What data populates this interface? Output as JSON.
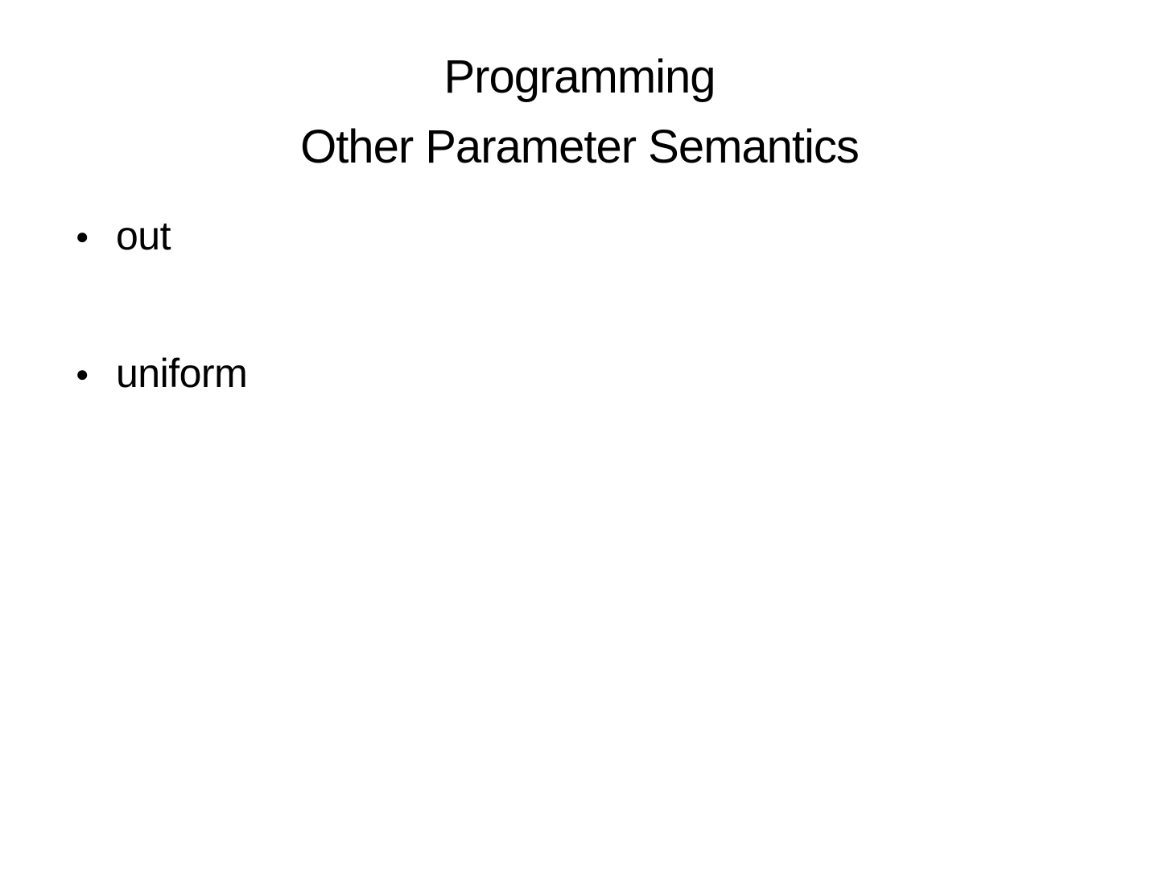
{
  "slide": {
    "background_color": "#ffffff",
    "text_color": "#000000",
    "title": {
      "line1": "Programming",
      "line2": "Other Parameter Semantics"
    },
    "bullet_glyph": "●",
    "bullets": [
      {
        "label": "out"
      },
      {
        "label": "uniform"
      }
    ]
  }
}
